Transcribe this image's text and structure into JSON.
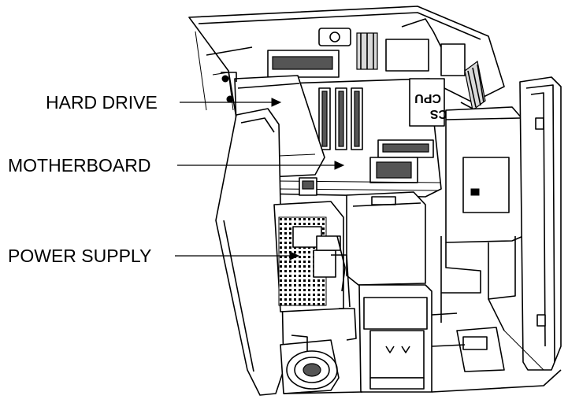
{
  "labels": {
    "hard_drive": "HARD DRIVE",
    "motherboard": "MOTHERBOARD",
    "power_supply": "POWER SUPPLY"
  },
  "board_marking": {
    "cpu": "CPU",
    "cs": "CS"
  },
  "colors": {
    "line": "#000000",
    "background": "#ffffff"
  }
}
